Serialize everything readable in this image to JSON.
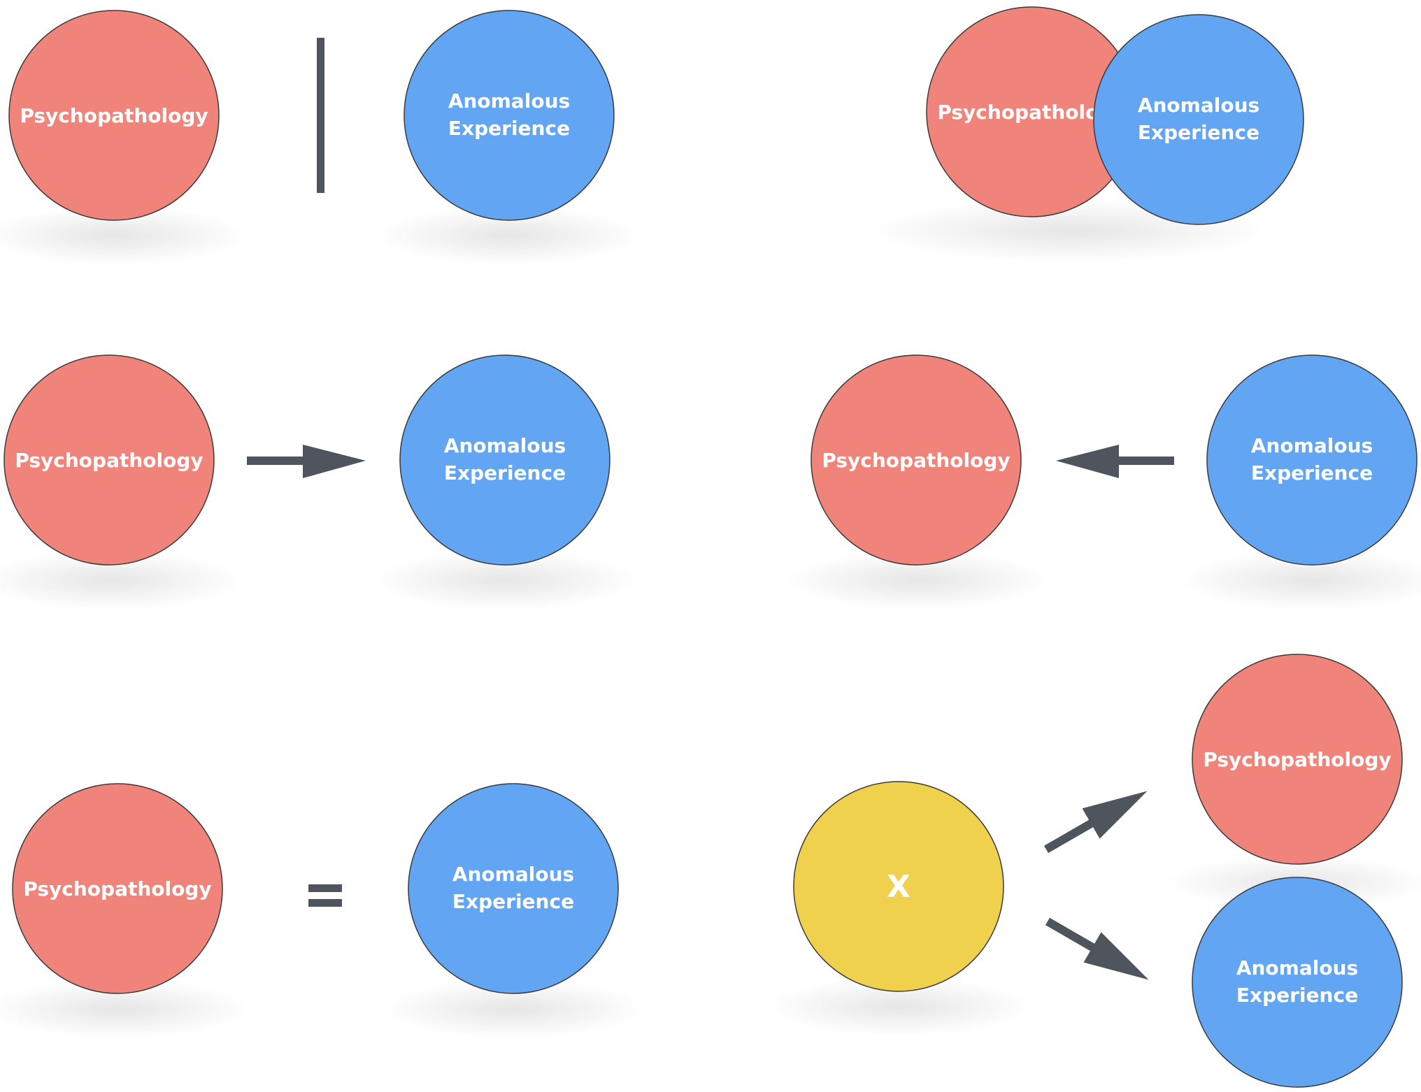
{
  "labels": {
    "psychopathology": "Psychopathology",
    "anomalous_line1": "Anomalous",
    "anomalous_line2": "Experience",
    "x": "X"
  },
  "colors": {
    "psychopathology_fill": "#F0847B",
    "anomalous_fill": "#62A5F2",
    "x_fill": "#EFD14E",
    "symbol": "#4E555C",
    "stroke": "#3A3A3A"
  },
  "relations": [
    {
      "name": "independent",
      "symbol": "vertical-bar"
    },
    {
      "name": "overlap",
      "symbol": "overlap"
    },
    {
      "name": "psychopathology-causes-anomalous",
      "symbol": "arrow-right"
    },
    {
      "name": "anomalous-causes-psychopathology",
      "symbol": "arrow-left"
    },
    {
      "name": "identical",
      "symbol": "equals"
    },
    {
      "name": "common-cause-x",
      "symbol": "two-arrows"
    }
  ]
}
